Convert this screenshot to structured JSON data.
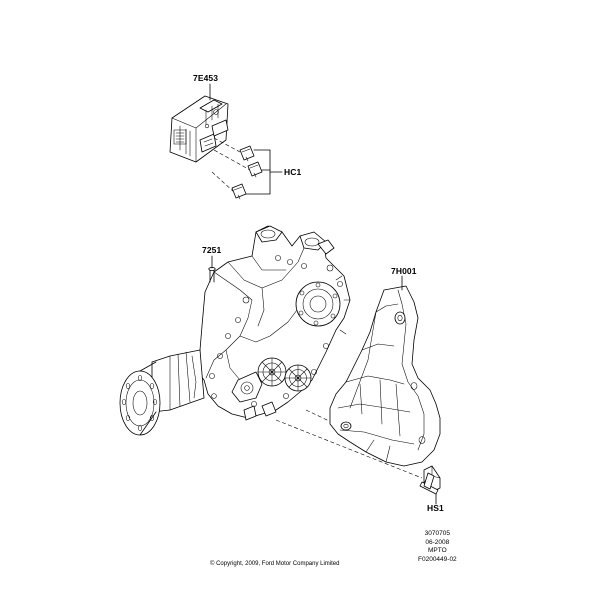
{
  "callouts": {
    "part_7e453": "7E453",
    "part_hc1": "HC1",
    "part_7251": "7251",
    "part_7h001": "7H001",
    "part_hs1": "HS1"
  },
  "reference": {
    "line1": "3070705",
    "line2": "06-2008",
    "line3": "MPTO",
    "line4": "F0200449-02"
  },
  "copyright": "© Copyright, 2009, Ford Motor Company Limited"
}
